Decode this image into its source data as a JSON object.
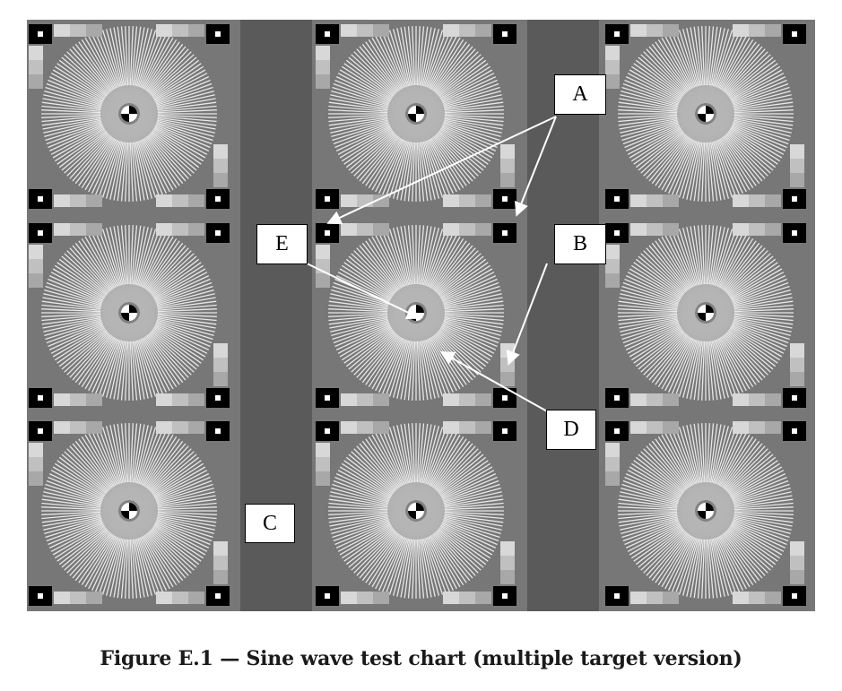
{
  "figure": {
    "caption": "Figure E.1 — Sine wave test chart (multiple target version)",
    "callouts": [
      {
        "id": "A",
        "text": "A"
      },
      {
        "id": "B",
        "text": "B"
      },
      {
        "id": "C",
        "text": "C"
      },
      {
        "id": "D",
        "text": "D"
      },
      {
        "id": "E",
        "text": "E"
      }
    ],
    "colors": {
      "chart_background": "#777777",
      "separator_strip": "#595959",
      "star_line": "#f2f2f2",
      "fiducial_black": "#000000",
      "arrow": "#ffffff"
    },
    "grid": {
      "rows": 3,
      "columns": 3,
      "star_spokes": 144
    }
  }
}
